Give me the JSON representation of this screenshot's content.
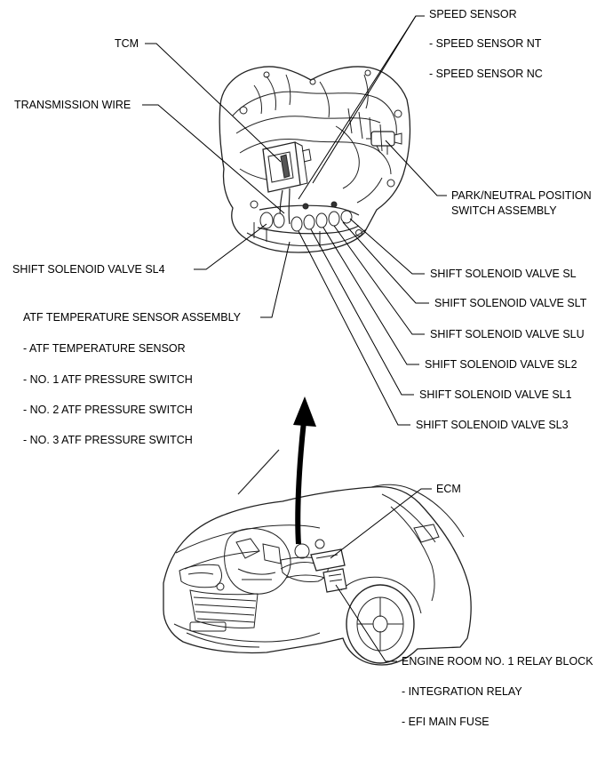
{
  "labels": {
    "speed_sensor": "SPEED SENSOR",
    "speed_sensor_nt": "- SPEED SENSOR NT",
    "speed_sensor_nc": "- SPEED SENSOR NC",
    "tcm": "TCM",
    "transmission_wire": "TRANSMISSION WIRE",
    "park_neutral_1": "PARK/NEUTRAL POSITION",
    "park_neutral_2": "SWITCH ASSEMBLY",
    "sl4": "SHIFT SOLENOID VALVE SL4",
    "sl": "SHIFT SOLENOID VALVE SL",
    "slt": "SHIFT SOLENOID VALVE SLT",
    "slu": "SHIFT SOLENOID VALVE SLU",
    "sl2": "SHIFT SOLENOID VALVE SL2",
    "sl1": "SHIFT SOLENOID VALVE SL1",
    "sl3": "SHIFT SOLENOID VALVE SL3",
    "atf_assembly": "ATF TEMPERATURE SENSOR ASSEMBLY",
    "atf_sensor": "- ATF TEMPERATURE SENSOR",
    "atf_sw1": "- NO. 1 ATF PRESSURE SWITCH",
    "atf_sw2": "- NO. 2 ATF PRESSURE SWITCH",
    "atf_sw3": "- NO. 3 ATF PRESSURE SWITCH",
    "ecm": "ECM",
    "relay_block": "ENGINE ROOM NO. 1 RELAY BLOCK",
    "integration_relay": "- INTEGRATION  RELAY",
    "efi_main_fuse": "- EFI MAIN FUSE"
  }
}
